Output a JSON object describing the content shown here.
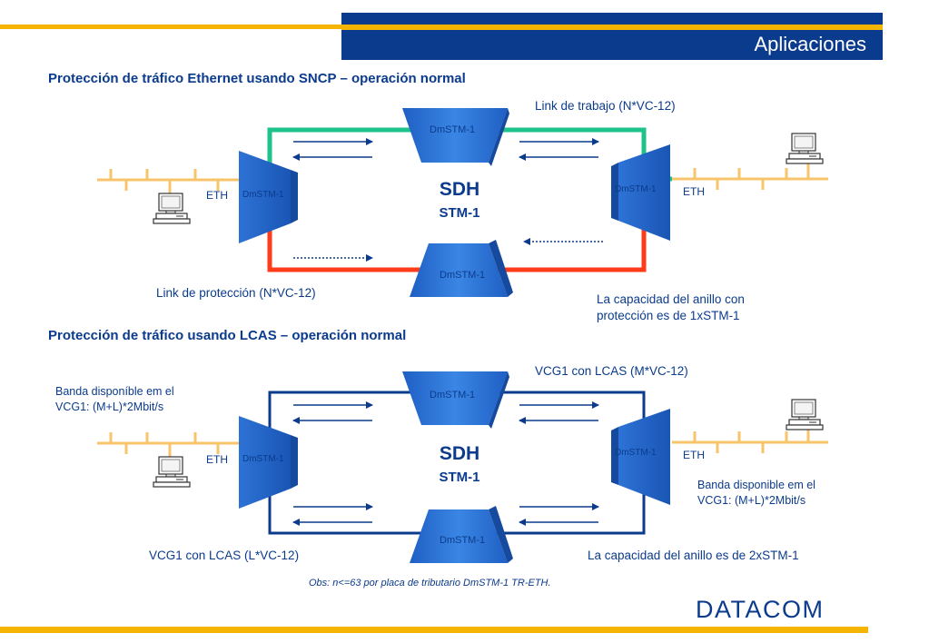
{
  "slide": {
    "title": "Aplicaciones",
    "logo": "DATACOM",
    "note": "Obs: n<=63 por placa de tributario DmSTM-1 TR-ETH."
  },
  "colors": {
    "navy": "#0b3b8c",
    "gold": "#f5b400",
    "green": "#1ec28b",
    "red": "#ff3b1a",
    "ethernet": "#f7c46b",
    "node": "#2b6fd0"
  },
  "diagram1": {
    "heading": "Protección de tráfico Ethernet usando SNCP – operación normal",
    "working_link": "Link de trabajo (N*VC-12)",
    "protection_link": "Link de protección (N*VC-12)",
    "capacity_line1": "La capacidad del anillo con",
    "capacity_line2": "protección es de 1xSTM-1",
    "sdh": "SDH",
    "stm": "STM-1",
    "nodes": [
      "DmSTM-1",
      "DmSTM-1",
      "DmSTM-1",
      "DmSTM-1"
    ],
    "eth_left": "ETH",
    "eth_right": "ETH"
  },
  "diagram2": {
    "heading": "Protección de tráfico usando LCAS – operación normal",
    "vcg_top": "VCG1 con LCAS (M*VC-12)",
    "vcg_bottom": "VCG1 con LCAS (L*VC-12)",
    "band_left_line1": "Banda disponíble em el",
    "band_left_line2": "VCG1: (M+L)*2Mbit/s",
    "band_right_line1": "Banda disponible em el",
    "band_right_line2": "VCG1: (M+L)*2Mbit/s",
    "capacity": "La capacidad del anillo es de 2xSTM-1",
    "sdh": "SDH",
    "stm": "STM-1",
    "nodes": [
      "DmSTM-1",
      "DmSTM-1",
      "DmSTM-1",
      "DmSTM-1"
    ],
    "eth_left": "ETH",
    "eth_right": "ETH"
  }
}
